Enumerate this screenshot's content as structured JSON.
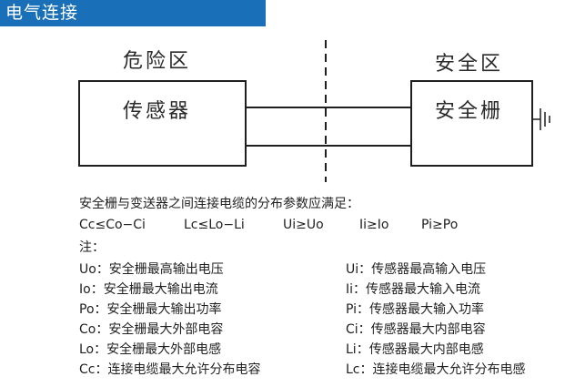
{
  "header": {
    "title": "电气连接"
  },
  "diagram": {
    "hazard_zone_label": "危险区",
    "safe_zone_label": "安全区",
    "sensor_label": "传感器",
    "barrier_label": "安全栅"
  },
  "condition": {
    "intro": "安全栅与变送器之间连接电缆的分布参数应满足：",
    "formulas": [
      "Cc≤Co−Ci",
      "Lc≤Lo−Li",
      "Ui≥Uo",
      "Ii≥Io",
      "Pi≥Po"
    ]
  },
  "notes": {
    "title": "注：",
    "left": [
      "Uo：安全栅最高输出电压",
      "Io：安全栅最大输出电流",
      "Po：安全栅最大输出功率",
      "Co：安全栅最大外部电容",
      "Lo：安全栅最大外部电感",
      "Cc：连接电缆最大允许分布电容"
    ],
    "right": [
      "Ui：传感器最高输入电压",
      "Ii：传感器最大输入电流",
      "Pi：传感器最大输入功率",
      "Ci：传感器最大内部电容",
      "Li：传感器最大内部电感",
      "Lc：连接电缆最大允许分布电感"
    ]
  },
  "colors": {
    "header_bar": "#1a70b8",
    "line": "#1f1f1f"
  }
}
